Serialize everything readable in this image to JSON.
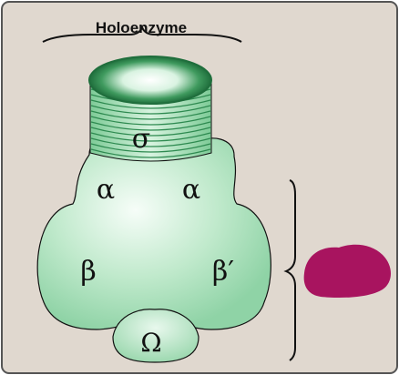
{
  "figure": {
    "title": "Holoenzyme",
    "subunits": {
      "sigma": "σ",
      "alpha_left": "α",
      "alpha_right": "α",
      "beta": "β",
      "beta_prime": "β′",
      "omega": "Ω"
    },
    "colors": {
      "background": "#e0d8cf",
      "border": "#555555",
      "enzyme_fill": "#a7dfb9",
      "enzyme_highlight": "#f2fbf5",
      "sigma_ring": "#3f9a5e",
      "sigma_dark": "#1f6e3c",
      "other_subunit": "#a8145f"
    }
  }
}
